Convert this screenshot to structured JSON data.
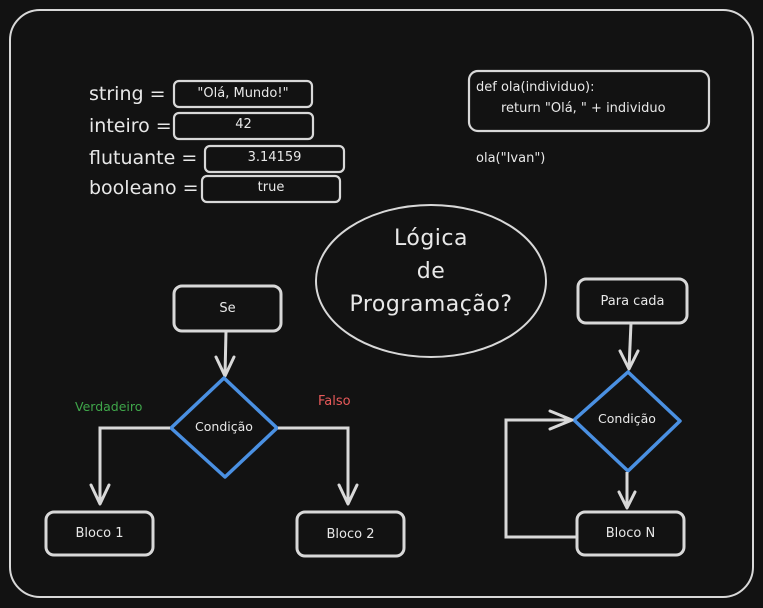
{
  "colors": {
    "background": "#121212",
    "stroke": "#d8d8d8",
    "diamond": "#4a90e2",
    "true_label": "#3fa64a",
    "false_label": "#e85a5a"
  },
  "variables": [
    {
      "name": "string =",
      "value": "\"Olá, Mundo!\""
    },
    {
      "name": "inteiro =",
      "value": "42"
    },
    {
      "name": "flutuante =",
      "value": "3.14159"
    },
    {
      "name": "booleano =",
      "value": "true"
    }
  ],
  "code": {
    "line1": "def ola(individuo):",
    "line2": "return \"Olá, \" + individuo",
    "call": "ola(\"Ivan\")"
  },
  "title": {
    "line1": "Lógica",
    "line2": "de",
    "line3": "Programação?"
  },
  "if_flow": {
    "start": "Se",
    "condition": "Condição",
    "true_label": "Verdadeiro",
    "false_label": "Falso",
    "true_block": "Bloco 1",
    "false_block": "Bloco 2"
  },
  "loop_flow": {
    "start": "Para cada",
    "condition": "Condição",
    "body": "Bloco N"
  }
}
